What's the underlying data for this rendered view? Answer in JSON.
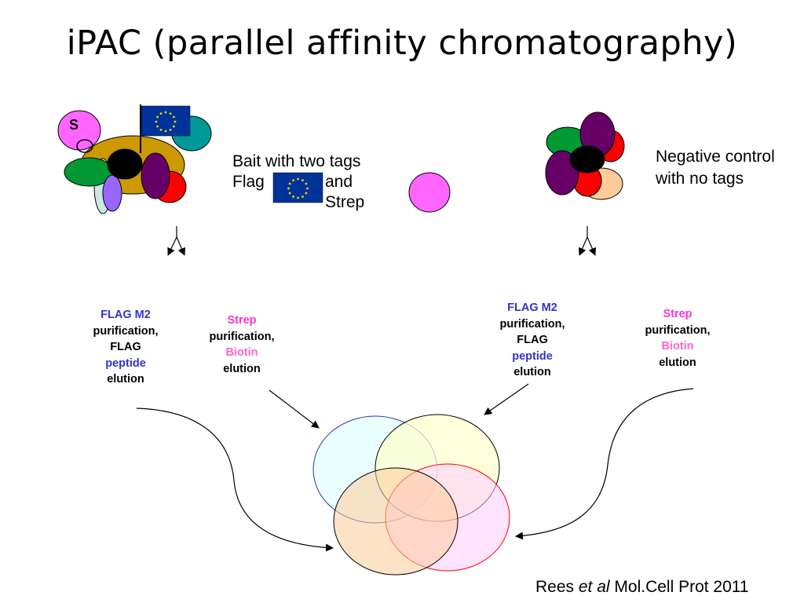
{
  "title": "iPAC (parallel affinity chromatography)",
  "bait": {
    "line1": "Bait with two tags",
    "flag_word": "Flag",
    "and_strep": "and Strep",
    "s_letter": "S"
  },
  "negative": {
    "line1": "Negative control",
    "line2": "with no tags"
  },
  "labels": {
    "flag_left": {
      "l1": "FLAG M2",
      "l2": "purification,",
      "l3": "FLAG",
      "l4": "peptide",
      "l5": "elution"
    },
    "strep_left": {
      "l1": "Strep",
      "l2": "purification,",
      "l3": "Biotin",
      "l4": "elution"
    },
    "flag_right": {
      "l1": "FLAG M2",
      "l2": "purification,",
      "l3": "FLAG",
      "l4": "peptide",
      "l5": "elution"
    },
    "strep_right": {
      "l1": "Strep",
      "l2": "purification,",
      "l3": "Biotin",
      "l4": "elution"
    }
  },
  "citation": {
    "author": "Rees ",
    "etal": "et al",
    "journal": " Mol.Cell Prot 2011"
  },
  "colors": {
    "flag_blue": "#3333cc",
    "strep_pink": "#ff33cc",
    "biotin_pink": "#ff66cc",
    "eu_blue": "#003399",
    "eu_star": "#ffcc00"
  }
}
